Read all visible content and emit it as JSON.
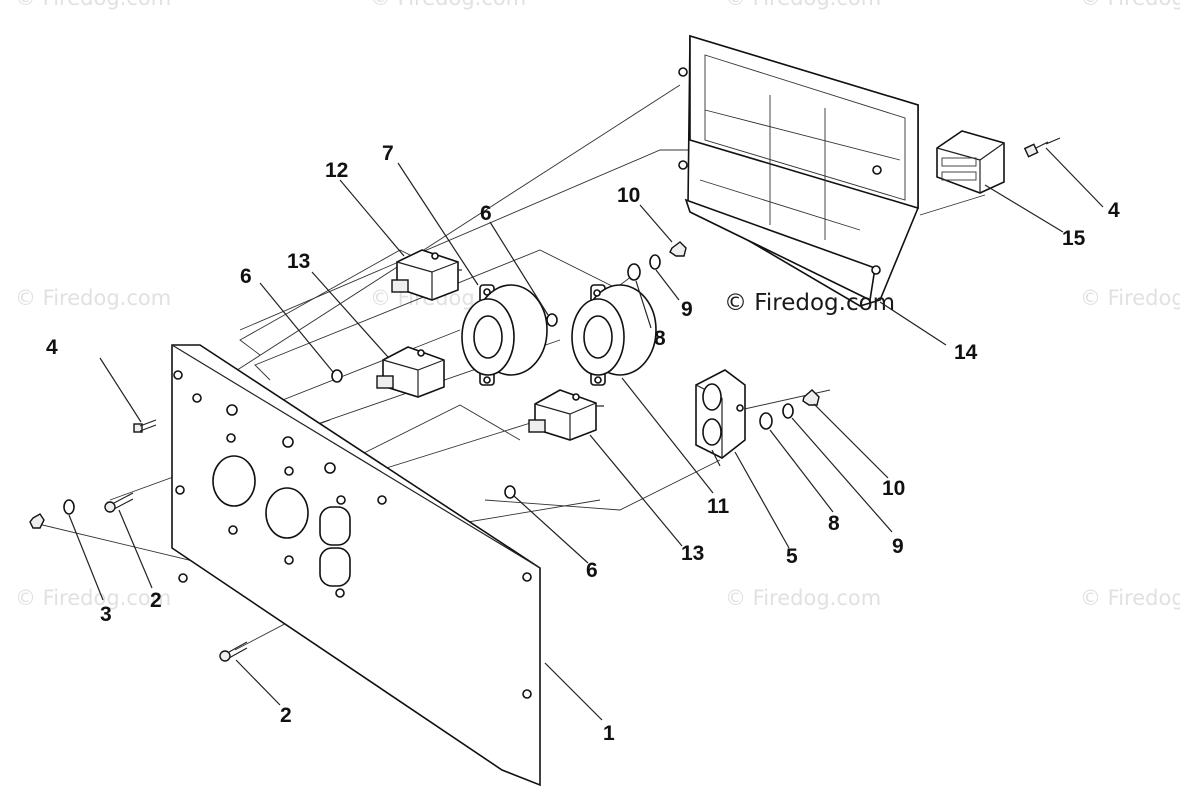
{
  "watermark_main": "© Firedog.com",
  "watermark_faint": "© Firedog.com",
  "labels": {
    "l1": "1",
    "l2a": "2",
    "l2b": "2",
    "l3": "3",
    "l4a": "4",
    "l4b": "4",
    "l5": "5",
    "l6a": "6",
    "l6b": "6",
    "l6c": "6",
    "l7": "7",
    "l8a": "8",
    "l8b": "8",
    "l9a": "9",
    "l9b": "9",
    "l10a": "10",
    "l10b": "10",
    "l11": "11",
    "l12": "12",
    "l13a": "13",
    "l13b": "13",
    "l14": "14",
    "l15": "15"
  }
}
